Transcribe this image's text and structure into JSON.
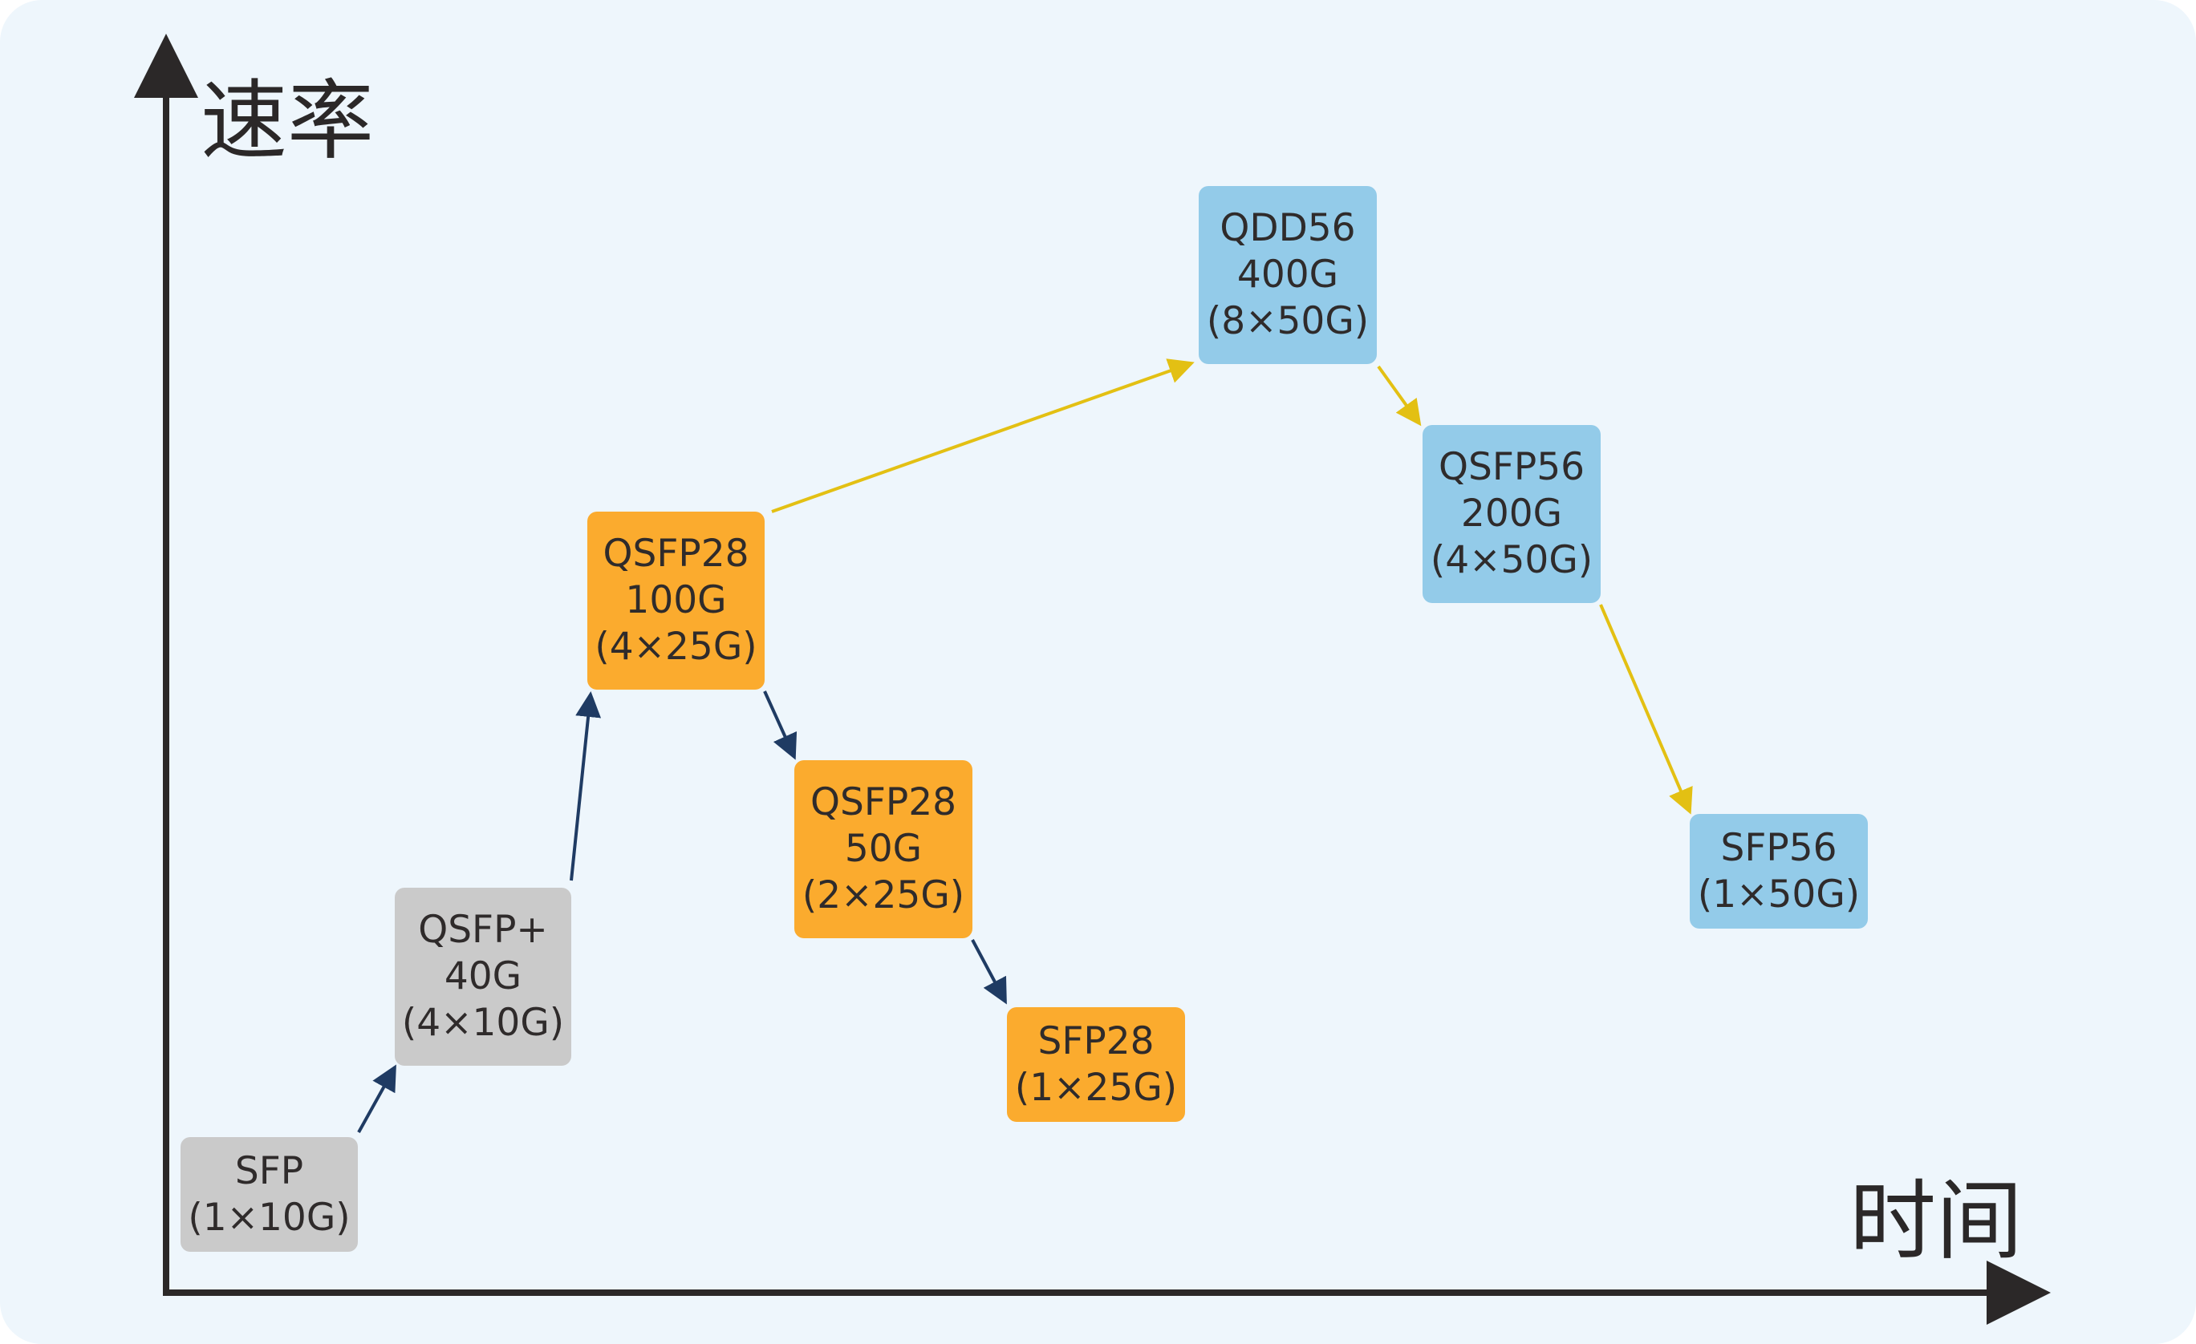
{
  "axes": {
    "y_label": "速率",
    "x_label": "时间"
  },
  "colors": {
    "background": "#eef6fc",
    "axis": "#2b2828",
    "gray_node": "#cacaca",
    "orange_node": "#fbab2e",
    "blue_node": "#93cbe9",
    "arrow_dark": "#1f3b63",
    "arrow_yellow": "#e3c013"
  },
  "nodes": [
    {
      "id": "sfp",
      "group": "gray",
      "lines": [
        "SFP",
        "(1×10G)"
      ]
    },
    {
      "id": "qsfp-plus",
      "group": "gray",
      "lines": [
        "QSFP+",
        "40G",
        "(4×10G)"
      ]
    },
    {
      "id": "qsfp28-100g",
      "group": "orange",
      "lines": [
        "QSFP28",
        "100G",
        "(4×25G)"
      ]
    },
    {
      "id": "qsfp28-50g",
      "group": "orange",
      "lines": [
        "QSFP28",
        "50G",
        "(2×25G)"
      ]
    },
    {
      "id": "sfp28",
      "group": "orange",
      "lines": [
        "SFP28",
        "(1×25G)"
      ]
    },
    {
      "id": "qdd56",
      "group": "blue",
      "lines": [
        "QDD56",
        "400G",
        "(8×50G)"
      ]
    },
    {
      "id": "qsfp56",
      "group": "blue",
      "lines": [
        "QSFP56",
        "200G",
        "(4×50G)"
      ]
    },
    {
      "id": "sfp56",
      "group": "blue",
      "lines": [
        "SFP56",
        "(1×50G)"
      ]
    }
  ],
  "arrows": [
    {
      "from": "sfp",
      "to": "qsfp-plus",
      "color": "dark"
    },
    {
      "from": "qsfp-plus",
      "to": "qsfp28-100g",
      "color": "dark"
    },
    {
      "from": "qsfp28-100g",
      "to": "qsfp28-50g",
      "color": "dark"
    },
    {
      "from": "qsfp28-50g",
      "to": "sfp28",
      "color": "dark"
    },
    {
      "from": "qsfp28-100g",
      "to": "qdd56",
      "color": "yellow"
    },
    {
      "from": "qdd56",
      "to": "qsfp56",
      "color": "yellow"
    },
    {
      "from": "qsfp56",
      "to": "sfp56",
      "color": "yellow"
    }
  ]
}
